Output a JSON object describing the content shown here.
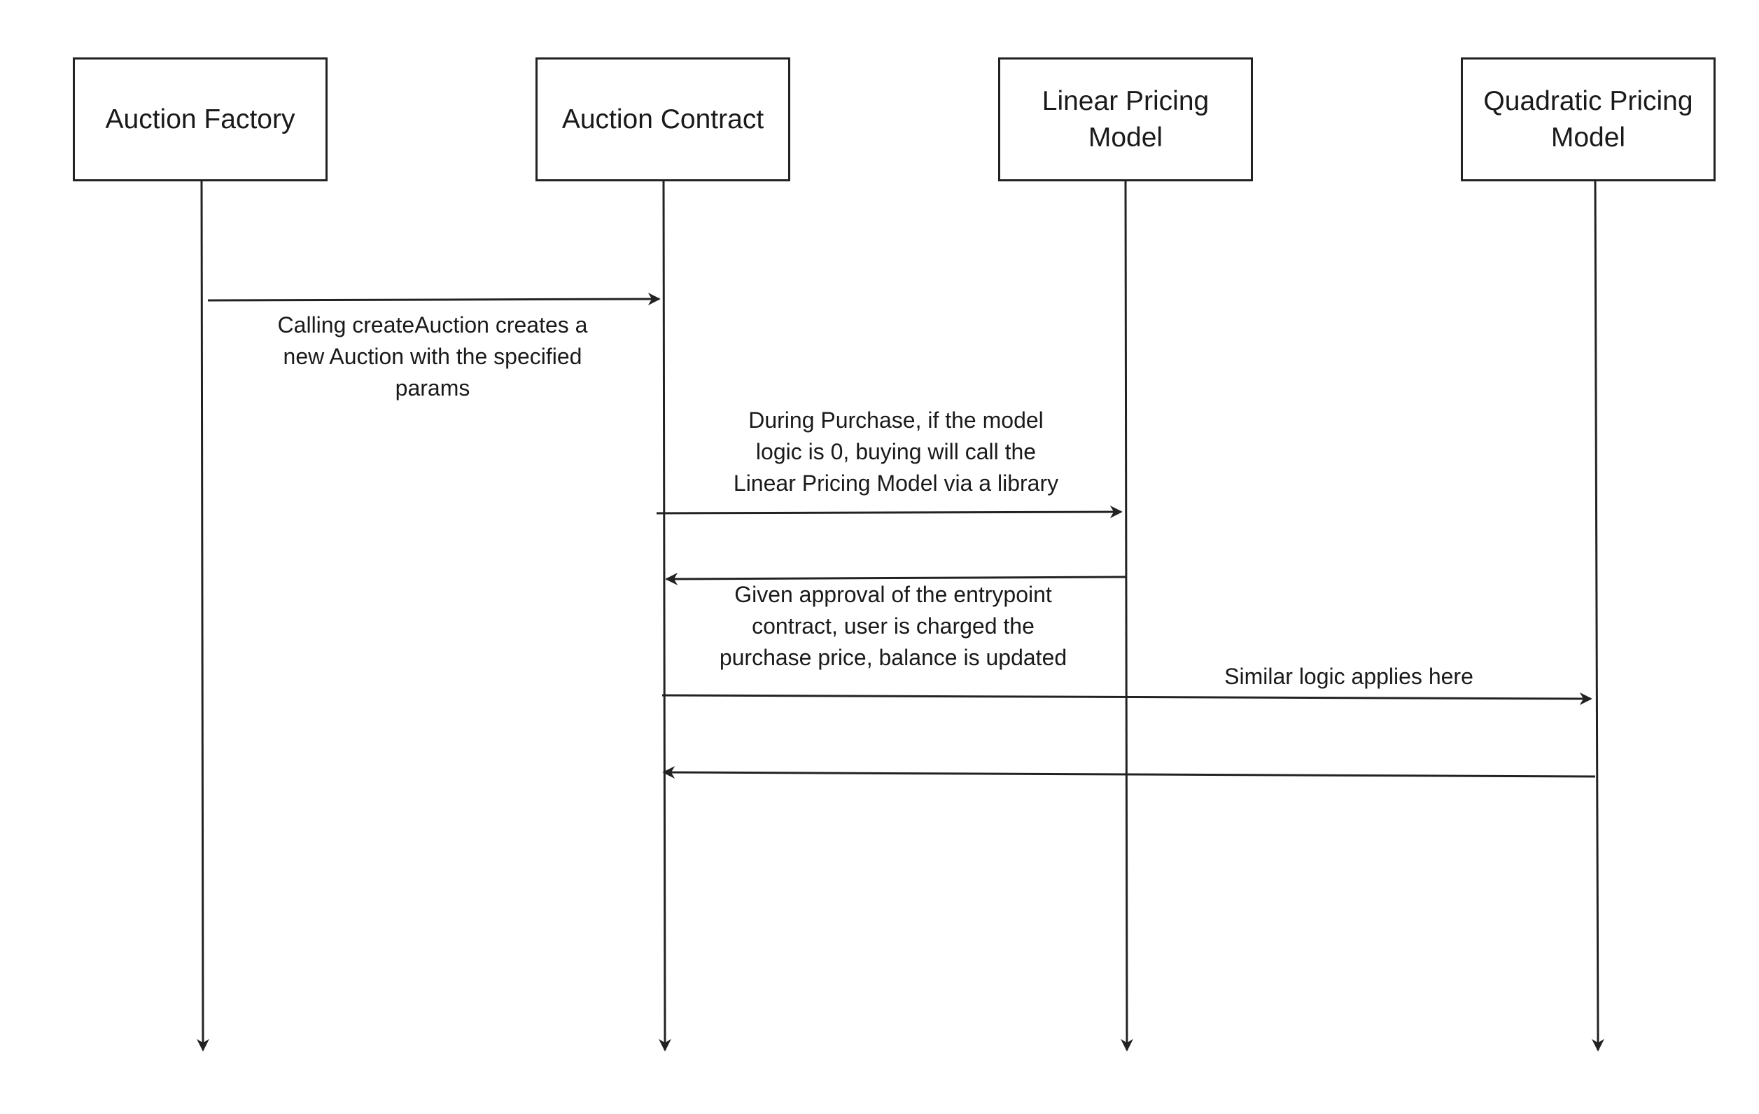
{
  "actors": [
    {
      "id": "factory",
      "label": "Auction Factory"
    },
    {
      "id": "contract",
      "label": "Auction Contract"
    },
    {
      "id": "linear",
      "label": "Linear Pricing\nModel"
    },
    {
      "id": "quadratic",
      "label": "Quadratic Pricing\nModel"
    }
  ],
  "messages": [
    {
      "from": "factory",
      "to": "contract",
      "label": "Calling createAuction creates a\nnew Auction with the specified\nparams"
    },
    {
      "from": "contract",
      "to": "linear",
      "label": "During Purchase, if the model\nlogic is 0, buying will call the\nLinear Pricing Model via a library"
    },
    {
      "from": "linear",
      "to": "contract",
      "label": "Given approval of the entrypoint\ncontract, user is charged the\npurchase price, balance is updated"
    },
    {
      "from": "contract",
      "to": "quadratic",
      "label": "Similar logic applies here"
    },
    {
      "from": "quadratic",
      "to": "contract",
      "label": ""
    }
  ],
  "colors": {
    "stroke": "#222222",
    "background": "#ffffff",
    "text": "#1a1a1a"
  }
}
